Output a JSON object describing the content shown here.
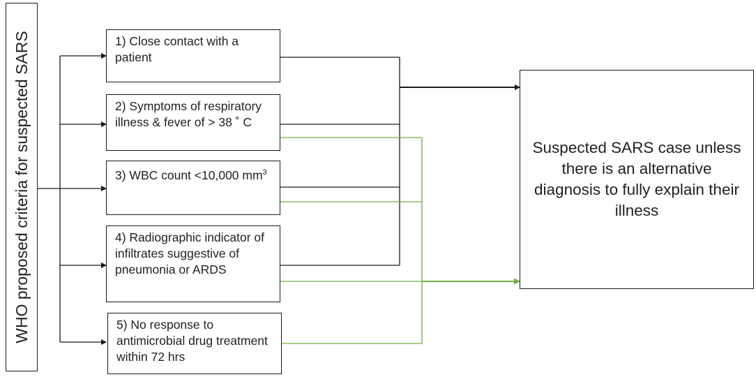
{
  "side_label": "WHO proposed criteria for suspected SARS",
  "criteria": [
    "1) Close contact with a patient",
    "2) Symptoms of respiratory illness & fever of > 38 ˚ C",
    "3) WBC count <10,000 mm",
    "4) Radiographic indicator of infiltrates suggestive of pneumonia or ARDS",
    "5) No response to antimicrobial drug treatment within 72 hrs"
  ],
  "criteria_3_superscript": "3",
  "result": "Suspected SARS case unless there is an alternative diagnosis to fully explain their illness",
  "colors": {
    "black_path": "#1a1a1a",
    "green_path": "#70ad47"
  }
}
